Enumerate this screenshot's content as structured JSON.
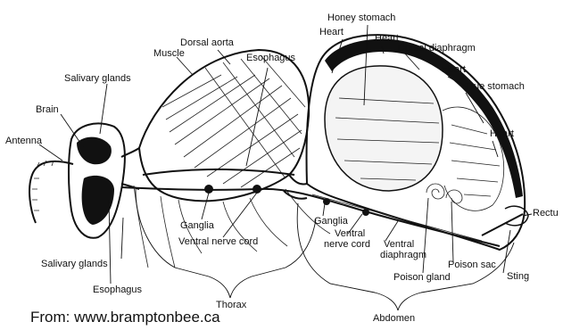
{
  "labels": {
    "honey_stomach": "Honey stomach",
    "heart_1": "Heart",
    "heart_2": "Heart",
    "dorsal_diaphragm": "Dorsal diaphragm",
    "dorsal_aorta": "Dorsal aorta",
    "muscle": "Muscle",
    "esophagus_top": "Esophagus",
    "heart_3": "Heart",
    "true_stomach": "True stomach",
    "heart_4": "Heart",
    "salivary_glands_top": "Salivary glands",
    "brain": "Brain",
    "antenna": "Antenna",
    "rectum": "Rectu",
    "ganglia_1": "Ganglia",
    "ganglia_2": "Ganglia",
    "ventral_nerve_cord_1": "Ventral nerve cord",
    "ventral_1": "Ventral",
    "nerve_cord": "nerve cord",
    "ventral_2": "Ventral",
    "diaphragm": "diaphragm",
    "poison_sac": "Poison sac",
    "poison_gland": "Poison gland",
    "sting": "Sting",
    "salivary_glands_bottom": "Salivary glands",
    "esophagus_bottom": "Esophagus",
    "thorax": "Thorax",
    "abdomen": "Abdomen"
  },
  "source_caption": "From: www.bramptonbee.ca"
}
